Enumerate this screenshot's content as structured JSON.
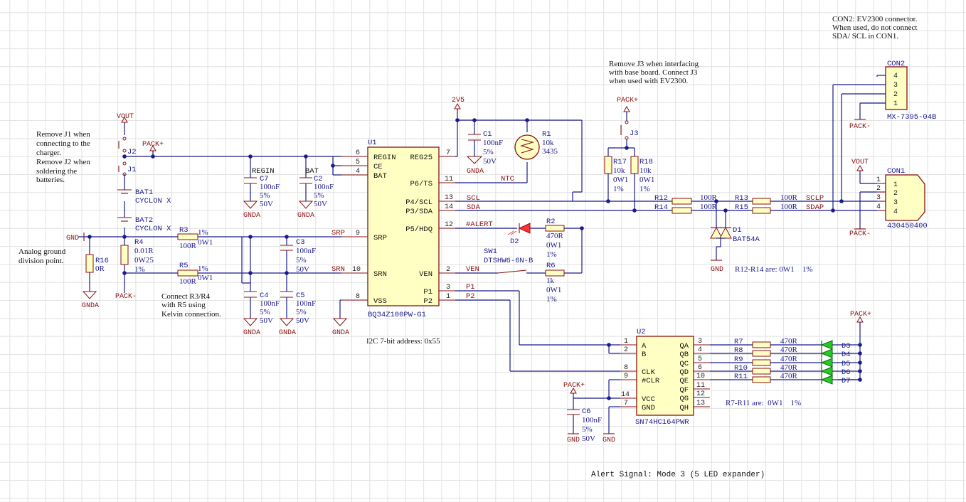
{
  "notes": {
    "con2_note": [
      "CON2: EV2300 connector.",
      "When used, do not connect",
      "SDA/ SCL in CON1."
    ],
    "j3_note": [
      "Remove J3 when interfacing",
      "with base board. Connect J3",
      "when used with EV2300."
    ],
    "j1j2_note": [
      "Remove J1 when",
      "connecting to the",
      "charger.",
      "Remove J2 when",
      "soldering the",
      "batteries."
    ],
    "analog_note": [
      "Analog ground",
      "division point."
    ],
    "kelvin_note": [
      "Connect R3/R4",
      "with R5 using",
      "Kelvin connection."
    ],
    "i2c_note": "I2C 7-bit address: 0x55",
    "r12_note": "R12-R14 are: 0W1    1%",
    "r7_note": "R7-R11 are:  0W1    1%",
    "alert_note": "Alert Signal: Mode 3 (5 LED expander)"
  },
  "power": {
    "vout": "VOUT",
    "pack_plus": "PACK+",
    "pack_minus": "PACK-",
    "gnd": "GND",
    "gnda": "GNDA",
    "v25": "2V5"
  },
  "u1": {
    "ref": "U1",
    "part": "BQ34Z100PW-G1",
    "left_pins": [
      {
        "num": "6",
        "name": "REGIN"
      },
      {
        "num": "5",
        "name": "CE"
      },
      {
        "num": "4",
        "name": "BAT"
      },
      {
        "num": "9",
        "name": "SRP"
      },
      {
        "num": "10",
        "name": "SRN"
      },
      {
        "num": "8",
        "name": "VSS"
      }
    ],
    "right_pins": [
      {
        "num": "7",
        "name": "REG25"
      },
      {
        "num": "11",
        "name": "P6/TS"
      },
      {
        "num": "13",
        "name": "P4/SCL"
      },
      {
        "num": "14",
        "name": "P3/SDA"
      },
      {
        "num": "12",
        "name": "P5/HDQ"
      },
      {
        "num": "2",
        "name": "VEN"
      },
      {
        "num": "3",
        "name": "P1"
      },
      {
        "num": "1",
        "name": "P2"
      }
    ]
  },
  "u2": {
    "ref": "U2",
    "part": "SN74HC164PWR",
    "left_pins": [
      {
        "num": "1",
        "name": "A"
      },
      {
        "num": "2",
        "name": "B"
      },
      {
        "num": "8",
        "name": "CLK"
      },
      {
        "num": "9",
        "name": "#CLR"
      },
      {
        "num": "14",
        "name": "VCC"
      },
      {
        "num": "7",
        "name": "GND"
      }
    ],
    "right_pins": [
      {
        "num": "3",
        "name": "QA"
      },
      {
        "num": "4",
        "name": "QB"
      },
      {
        "num": "5",
        "name": "QC"
      },
      {
        "num": "6",
        "name": "QD"
      },
      {
        "num": "10",
        "name": "QE"
      },
      {
        "num": "11",
        "name": "QF"
      },
      {
        "num": "12",
        "name": "QG"
      },
      {
        "num": "13",
        "name": "QH"
      }
    ]
  },
  "nets": {
    "ntc": "NTC",
    "scl": "SCL",
    "sda": "SDA",
    "alert": "#ALERT",
    "srp": "SRP",
    "srn": "SRN",
    "ven": "VEN",
    "p1": "P1",
    "p2": "P2",
    "sclp": "SCLP",
    "sdap": "SDAP",
    "regin": "REGIN",
    "bat": "BAT"
  },
  "components": {
    "c1": {
      "ref": "C1",
      "vals": [
        "100nF",
        "5%",
        "50V"
      ]
    },
    "r1": {
      "ref": "R1",
      "vals": [
        "10k",
        "3435"
      ]
    },
    "c7": {
      "ref": "C7",
      "vals": [
        "100nF",
        "5%",
        "50V"
      ]
    },
    "c2": {
      "ref": "C2",
      "vals": [
        "100nF",
        "5%",
        "50V"
      ]
    },
    "c3": {
      "ref": "C3",
      "vals": [
        "100nF",
        "5%",
        "50V"
      ]
    },
    "c4": {
      "ref": "C4",
      "vals": [
        "100nF",
        "5%",
        "50V"
      ]
    },
    "c5": {
      "ref": "C5",
      "vals": [
        "100nF",
        "5%",
        "50V"
      ]
    },
    "c6": {
      "ref": "C6",
      "vals": [
        "100nF",
        "5%",
        "50V"
      ]
    },
    "r2": {
      "ref": "R2",
      "vals": [
        "470R",
        "0W1",
        "1%"
      ]
    },
    "r6": {
      "ref": "R6",
      "vals": [
        "1k",
        "0W1",
        "1%"
      ]
    },
    "r3": {
      "ref": "R3",
      "vals": [
        "100R",
        "1%",
        "0W1"
      ]
    },
    "r5": {
      "ref": "R5",
      "vals": [
        "100R",
        "1%",
        "0W1"
      ]
    },
    "r4": {
      "ref": "R4",
      "vals": [
        "0.01R",
        "0W25",
        "1%"
      ]
    },
    "r16": {
      "ref": "R16",
      "vals": [
        "0R"
      ]
    },
    "r17": {
      "ref": "R17",
      "vals": [
        "10k",
        "0W1",
        "1%"
      ]
    },
    "r18": {
      "ref": "R18",
      "vals": [
        "10k",
        "0W1",
        "1%"
      ]
    },
    "r12": {
      "ref": "R12",
      "val": "100R"
    },
    "r13": {
      "ref": "R13",
      "val": "100R"
    },
    "r14": {
      "ref": "R14",
      "val": "100R"
    },
    "r15": {
      "ref": "R15",
      "val": "100R"
    },
    "d1": {
      "ref": "D1",
      "val": "BAT54A"
    },
    "d2": {
      "ref": "D2"
    },
    "sw1": {
      "ref": "SW1",
      "val": "DTSHW6-6N-B"
    },
    "j1": {
      "ref": "J1"
    },
    "j2": {
      "ref": "J2"
    },
    "j3": {
      "ref": "J3"
    },
    "bat1": {
      "ref": "BAT1",
      "val": "CYCLON X"
    },
    "bat2": {
      "ref": "BAT2",
      "val": "CYCLON X"
    },
    "con1": {
      "ref": "CON1",
      "part": "430450400",
      "pins": [
        "1",
        "2",
        "3",
        "4"
      ]
    },
    "con2": {
      "ref": "CON2",
      "part": "MX-7395-04B",
      "pins": [
        "4",
        "3",
        "2",
        "1"
      ]
    },
    "led_resistors": [
      {
        "ref": "R7",
        "val": "470R",
        "led": "D3",
        "pin": "3"
      },
      {
        "ref": "R8",
        "val": "470R",
        "led": "D4",
        "pin": "4"
      },
      {
        "ref": "R9",
        "val": "470R",
        "led": "D5",
        "pin": "5"
      },
      {
        "ref": "R10",
        "val": "470R",
        "led": "D6",
        "pin": "6"
      },
      {
        "ref": "R11",
        "val": "470R",
        "led": "D7",
        "pin": "10"
      }
    ]
  }
}
